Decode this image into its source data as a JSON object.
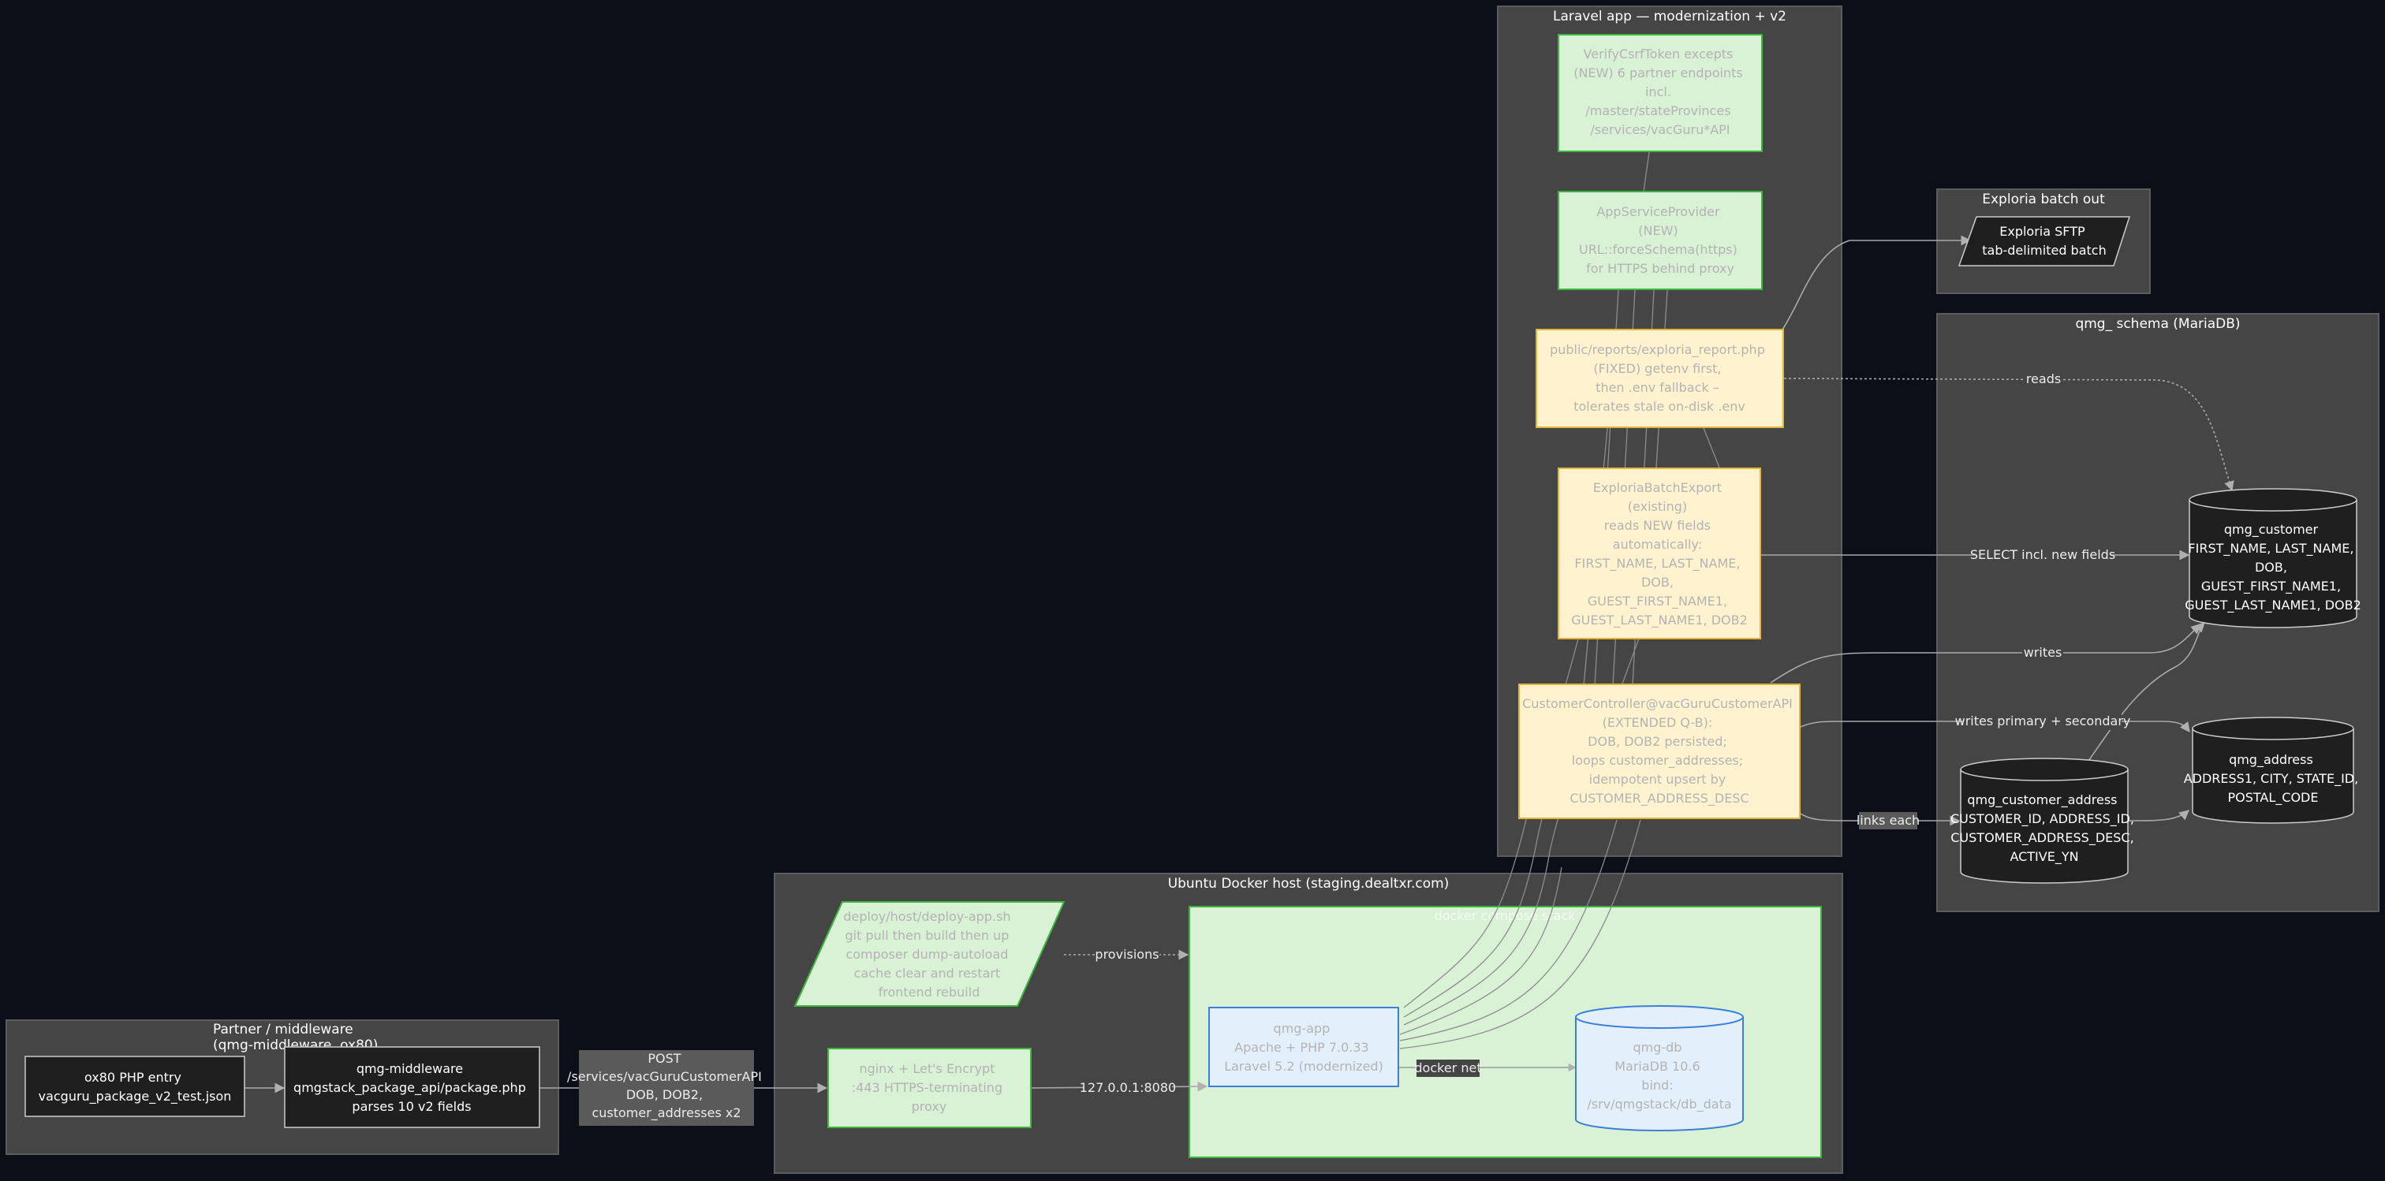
{
  "clusters": {
    "laravel": "Laravel app — modernization + v2",
    "exploria_out": "Exploria batch out",
    "schema": "qmg_ schema (MariaDB)",
    "ubuntu": "Ubuntu Docker host (staging.dealtxr.com)",
    "compose": "docker compose stack",
    "partner": [
      "Partner / middleware",
      "(qmg-middleware, ox80)"
    ]
  },
  "nodes": {
    "verify_csrf": [
      "VerifyCsrfToken excepts",
      "(NEW) 6 partner endpoints",
      "incl.",
      "/master/stateProvinces",
      "/services/vacGuru*API"
    ],
    "app_service": [
      "AppServiceProvider",
      "(NEW)",
      "URL::forceSchema(https)",
      "for HTTPS behind proxy"
    ],
    "exploria_report": [
      "public/reports/exploria_report.php",
      "(FIXED) getenv first,",
      "then .env fallback –",
      "tolerates stale on-disk .env"
    ],
    "batch_export": [
      "ExploriaBatchExport",
      "(existing)",
      "reads NEW fields",
      "automatically:",
      "FIRST_NAME, LAST_NAME,",
      "DOB,",
      "GUEST_FIRST_NAME1,",
      "GUEST_LAST_NAME1, DOB2"
    ],
    "customer_controller": [
      "CustomerController@vacGuruCustomerAPI",
      "(EXTENDED Q-B):",
      "DOB, DOB2 persisted;",
      "loops customer_addresses;",
      "idempotent upsert by",
      "CUSTOMER_ADDRESS_DESC"
    ],
    "exploria_sftp": [
      "Exploria SFTP",
      "tab-delimited batch"
    ],
    "qmg_customer": [
      "qmg_customer",
      "FIRST_NAME, LAST_NAME,",
      "DOB,",
      "GUEST_FIRST_NAME1,",
      "GUEST_LAST_NAME1, DOB2"
    ],
    "qmg_address": [
      "qmg_address",
      "ADDRESS1, CITY, STATE_ID,",
      "POSTAL_CODE"
    ],
    "qmg_customer_address": [
      "qmg_customer_address",
      "CUSTOMER_ID, ADDRESS_ID,",
      "CUSTOMER_ADDRESS_DESC,",
      "ACTIVE_YN"
    ],
    "deploy": [
      "deploy/host/deploy-app.sh",
      "git pull then build then up",
      "composer dump-autoload",
      "cache clear and restart",
      "frontend rebuild"
    ],
    "nginx": [
      "nginx + Let's Encrypt",
      ":443 HTTPS-terminating",
      "proxy"
    ],
    "qmg_app": [
      "qmg-app",
      "Apache + PHP 7.0.33",
      "Laravel 5.2 (modernized)"
    ],
    "qmg_db": [
      "qmg-db",
      "MariaDB 10.6",
      "bind:",
      "/srv/qmgstack/db_data"
    ],
    "ox80": [
      "ox80 PHP entry",
      "vacguru_package_v2_test.json"
    ],
    "middleware": [
      "qmg-middleware",
      "qmgstack_package_api/package.php",
      "parses 10 v2 fields"
    ]
  },
  "edge_labels": {
    "post": [
      "POST",
      "/services/vacGuruCustomerAPI",
      "DOB, DOB2,",
      "customer_addresses x2"
    ],
    "loopback": "127.0.0.1:8080",
    "provisions": "provisions",
    "docker_net": "docker net",
    "reads": "reads",
    "select": "SELECT incl. new fields",
    "writes": "writes",
    "writes_ps": "writes primary + secondary",
    "links_each": "links each"
  },
  "colors": {
    "background": "#0c0f17",
    "cluster": "#454545",
    "green_fill": "#d9f2d6",
    "green_stroke": "#3eb63e",
    "yellow_fill": "#fff3cf",
    "yellow_stroke": "#e2b43a",
    "blue_fill": "#e3f0fc",
    "blue_stroke": "#3b7fd6",
    "dark_node": "#1f1f1f",
    "faded_text": "#b3b3b3"
  }
}
